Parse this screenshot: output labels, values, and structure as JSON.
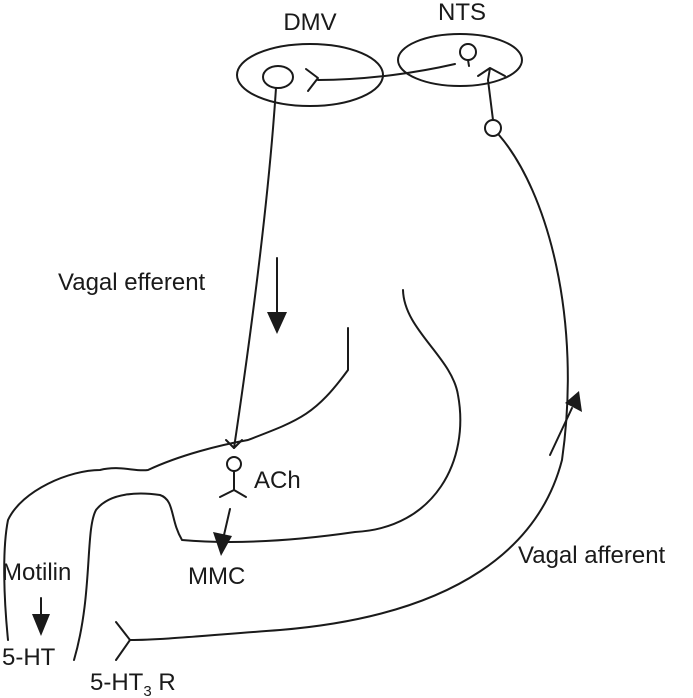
{
  "labels": {
    "dmv": "DMV",
    "nts": "NTS",
    "vagal_efferent": "Vagal efferent",
    "vagal_afferent": "Vagal afferent",
    "ach": "ACh",
    "mmc": "MMC",
    "motilin": "Motilin",
    "five_ht": "5-HT",
    "five_ht3_r_prefix": "5-HT",
    "five_ht3_r_sub": "3",
    "five_ht3_r_suffix": " R"
  }
}
